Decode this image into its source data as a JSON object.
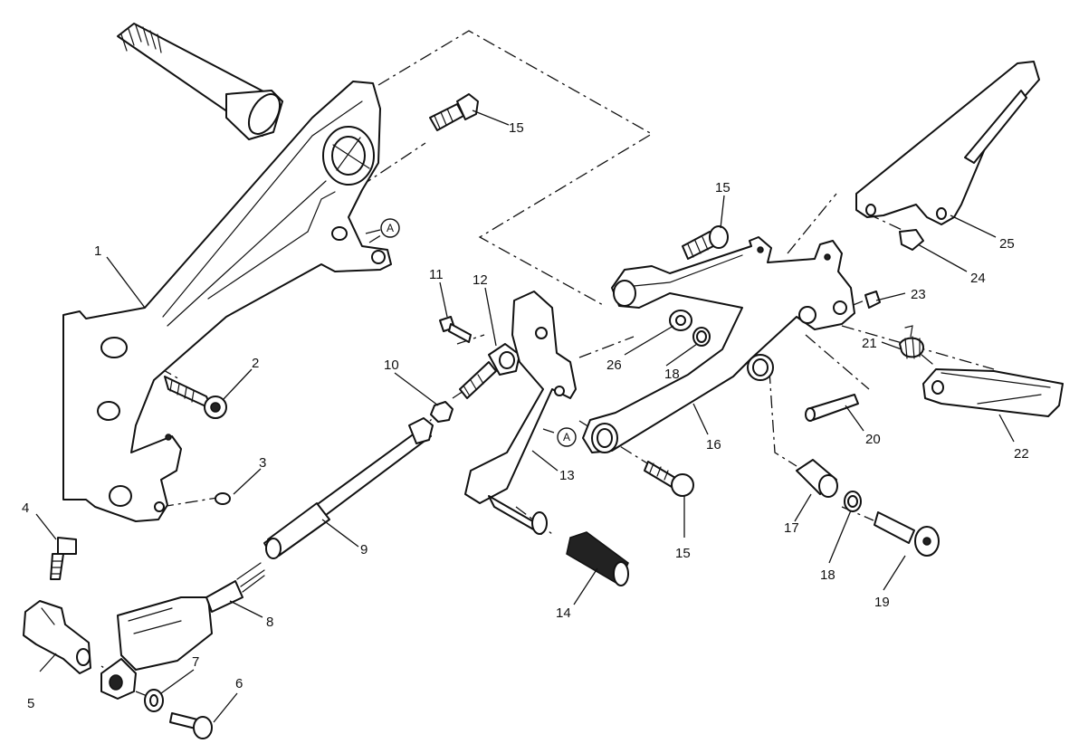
{
  "callouts": [
    {
      "key": "c1",
      "text": "1"
    },
    {
      "key": "c2",
      "text": "2"
    },
    {
      "key": "c3",
      "text": "3"
    },
    {
      "key": "c4",
      "text": "4"
    },
    {
      "key": "c5",
      "text": "5"
    },
    {
      "key": "c6",
      "text": "6"
    },
    {
      "key": "c7",
      "text": "7"
    },
    {
      "key": "c8",
      "text": "8"
    },
    {
      "key": "c9",
      "text": "9"
    },
    {
      "key": "c10",
      "text": "10"
    },
    {
      "key": "c11",
      "text": "11"
    },
    {
      "key": "c12",
      "text": "12"
    },
    {
      "key": "c13",
      "text": "13"
    },
    {
      "key": "c14",
      "text": "14"
    },
    {
      "key": "c15a",
      "text": "15"
    },
    {
      "key": "c15b",
      "text": "15"
    },
    {
      "key": "c15c",
      "text": "15"
    },
    {
      "key": "c16",
      "text": "16"
    },
    {
      "key": "c17",
      "text": "17"
    },
    {
      "key": "c18a",
      "text": "18"
    },
    {
      "key": "c18b",
      "text": "18"
    },
    {
      "key": "c19",
      "text": "19"
    },
    {
      "key": "c20",
      "text": "20"
    },
    {
      "key": "c21",
      "text": "21"
    },
    {
      "key": "c22",
      "text": "22"
    },
    {
      "key": "c23",
      "text": "23"
    },
    {
      "key": "c24",
      "text": "24"
    },
    {
      "key": "c25",
      "text": "25"
    },
    {
      "key": "c26",
      "text": "26"
    }
  ],
  "reference_marks": [
    "A",
    "A"
  ]
}
